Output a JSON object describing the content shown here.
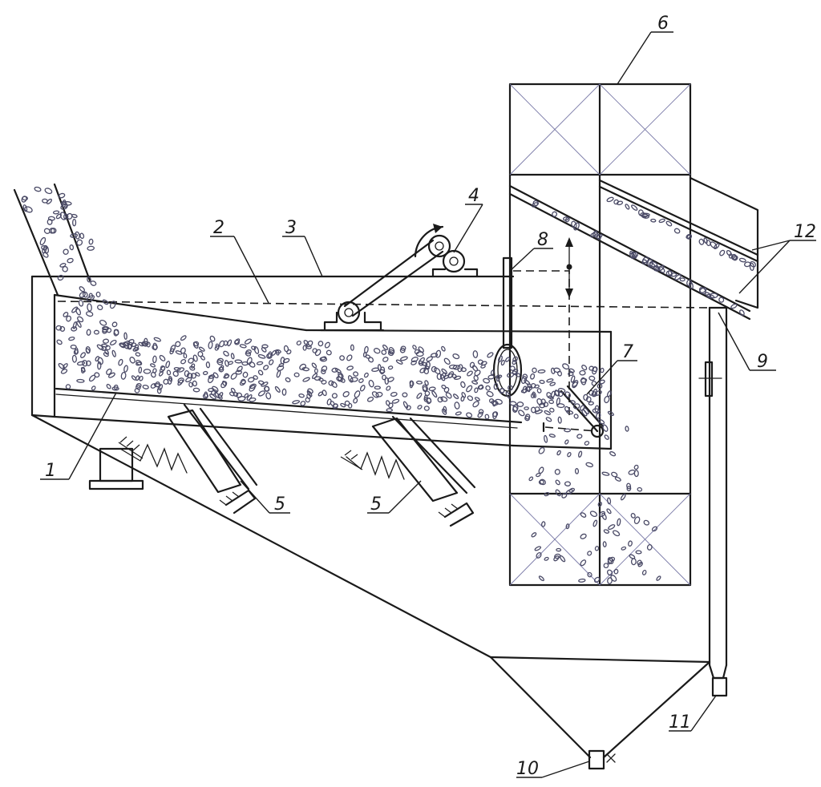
{
  "labels": [
    {
      "id": "1",
      "text": "1"
    },
    {
      "id": "2",
      "text": "2"
    },
    {
      "id": "3",
      "text": "3"
    },
    {
      "id": "4",
      "text": "4"
    },
    {
      "id": "5a",
      "text": "5"
    },
    {
      "id": "5b",
      "text": "5"
    },
    {
      "id": "6",
      "text": "6"
    },
    {
      "id": "7",
      "text": "7"
    },
    {
      "id": "8",
      "text": "8"
    },
    {
      "id": "9",
      "text": "9"
    },
    {
      "id": "10",
      "text": "10"
    },
    {
      "id": "11",
      "text": "11"
    },
    {
      "id": "12",
      "text": "12"
    }
  ],
  "colors": {
    "ink": "#1a1a1a",
    "pebble": "#4a4a66",
    "cross": "#7a7aa8"
  }
}
